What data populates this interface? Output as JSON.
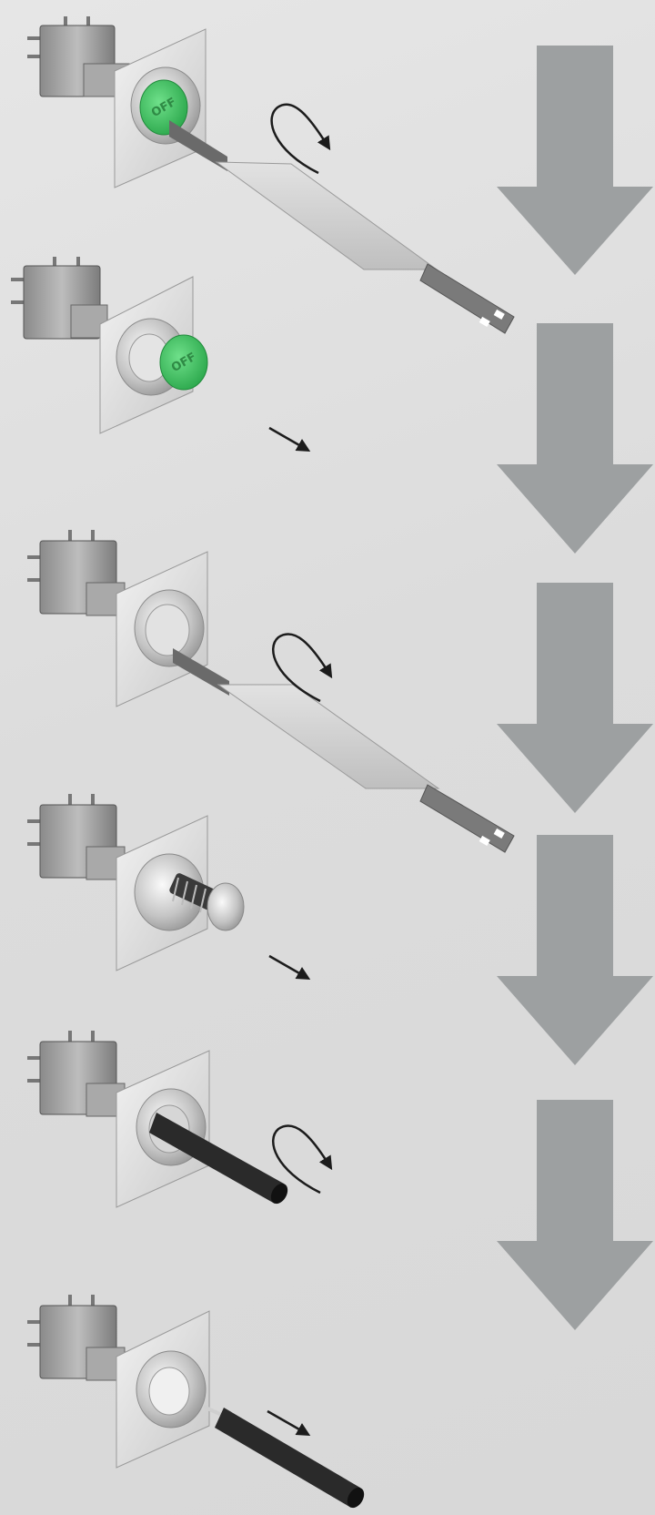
{
  "colors": {
    "background": "#dedede",
    "step_arrow": "#9da0a1",
    "direction_arrow": "#1c1c1c",
    "cap_green": "#37c25c",
    "metal": "#c9c9c9",
    "tool_dark": "#2a2a2a"
  },
  "steps": [
    {
      "cap_label": "OFF",
      "tool": "lever-tool",
      "motion": "rotate"
    },
    {
      "cap_label": "OFF",
      "tool": "none",
      "motion": "pull"
    },
    {
      "cap_label": "",
      "tool": "lever-tool",
      "motion": "rotate"
    },
    {
      "cap_label": "",
      "tool": "none",
      "motion": "pull"
    },
    {
      "cap_label": "",
      "tool": "rod-tool",
      "motion": "rotate"
    },
    {
      "cap_label": "",
      "tool": "rod-tool",
      "motion": "pull"
    }
  ],
  "step_arrows": [
    "down-arrow",
    "down-arrow",
    "down-arrow",
    "down-arrow",
    "down-arrow"
  ]
}
